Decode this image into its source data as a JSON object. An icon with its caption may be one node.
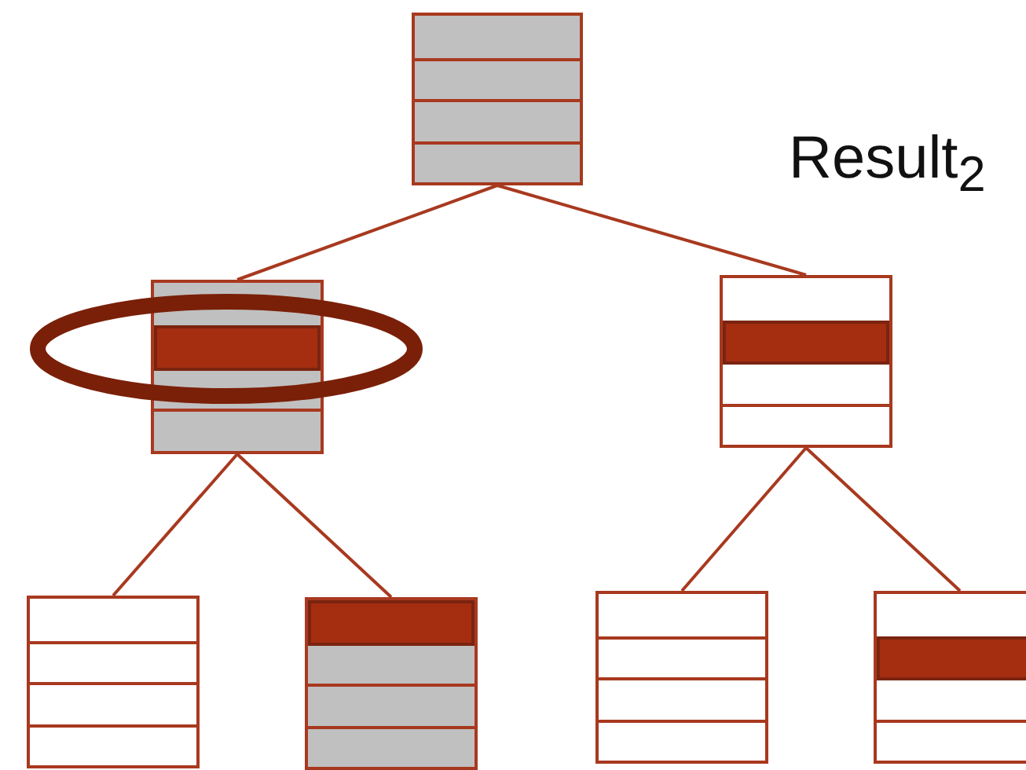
{
  "diagram": {
    "nodes": [
      {
        "text": [],
        "shape": "box"
      },
      {
        "text": [],
        "shape": "box"
      },
      {
        "text": [],
        "shape": "box"
      },
      {
        "text": [],
        "shape": "box"
      },
      {
        "text": [],
        "shape": "box"
      },
      {
        "text": [],
        "shape": "box"
      },
      {
        "text": [],
        "shape": "box"
      },
      {
        "text": [],
        "shape": "ellipse"
      }
    ],
    "edges": [
      {
        "from": 0,
        "to": 1,
        "arrow": "none"
      },
      {
        "from": 0,
        "to": 2,
        "arrow": "none"
      },
      {
        "from": 1,
        "to": 3,
        "arrow": "none"
      },
      {
        "from": 1,
        "to": 4,
        "arrow": "none"
      },
      {
        "from": 2,
        "to": 5,
        "arrow": "none"
      },
      {
        "from": 2,
        "to": 6,
        "arrow": "none"
      }
    ],
    "labels": [
      "Result$_{2}$"
    ]
  }
}
